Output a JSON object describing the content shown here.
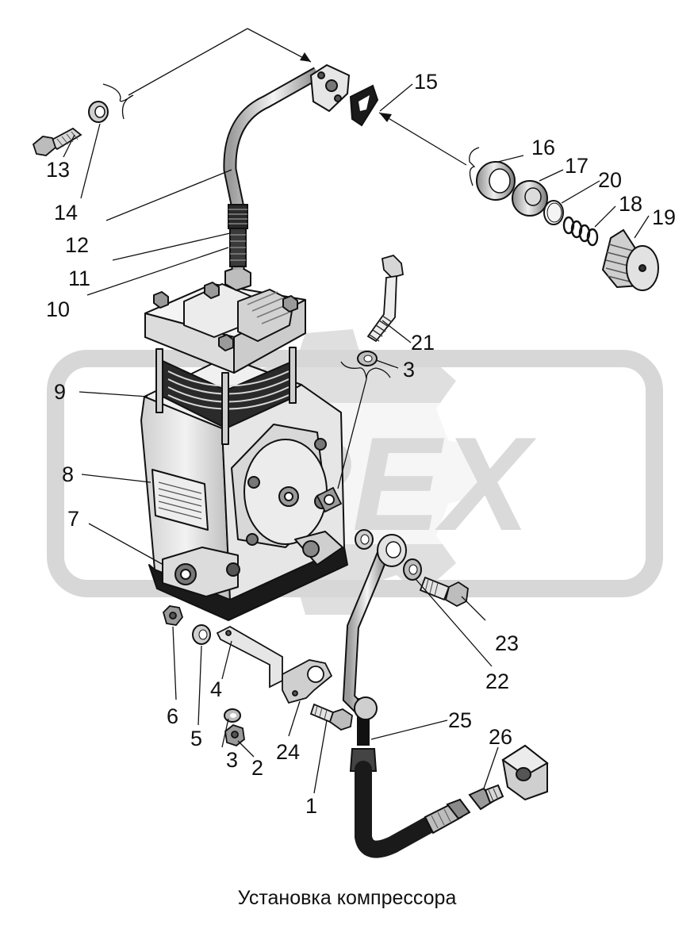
{
  "caption": "Установка компрессора",
  "watermark": {
    "text": "OREX",
    "color": "#d9d9d9"
  },
  "colors": {
    "line": "#111111",
    "metal_light": "#e9e9e9",
    "metal_mid": "#c8c8c8",
    "metal_dark": "#8a8a8a",
    "hose": "#1a1a1a"
  },
  "callouts": [
    "1",
    "2",
    "3",
    "3",
    "4",
    "5",
    "6",
    "7",
    "8",
    "9",
    "10",
    "11",
    "12",
    "13",
    "14",
    "15",
    "16",
    "17",
    "18",
    "19",
    "20",
    "21",
    "22",
    "23",
    "24",
    "25",
    "26"
  ]
}
